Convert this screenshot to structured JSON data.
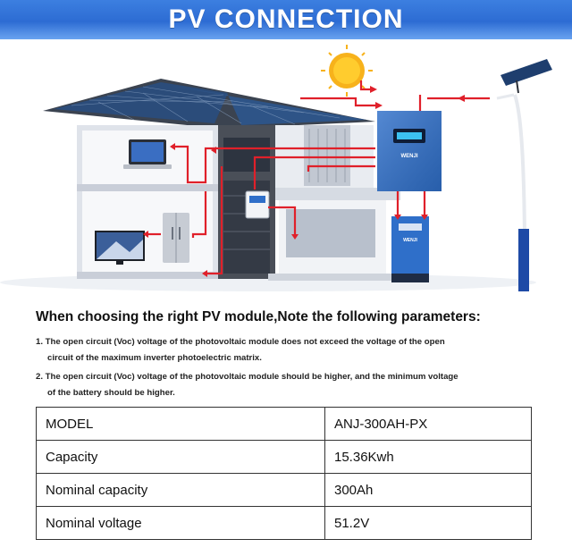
{
  "banner": {
    "title": "PV CONNECTION"
  },
  "illustration": {
    "inverter_brand": "WENJI",
    "battery_brand": "WENJI",
    "icons": [
      "sun-icon",
      "solar-panel-icon",
      "house-icon",
      "laptop-icon",
      "tv-icon",
      "fridge-icon",
      "inverter-icon",
      "battery-icon",
      "street-light-icon",
      "meter-icon"
    ],
    "colors": {
      "banner": "#3c7fe0",
      "wire": "#e0202a",
      "inverter": "#2f6fc9",
      "sun": "#f7b21b"
    }
  },
  "notes": {
    "heading": "When choosing the right PV module,Note the following parameters:",
    "items": [
      {
        "line1": "1. The open circuit (Voc) voltage of the photovoltaic module does not exceed the voltage of the open",
        "line2": "circuit of the maximum inverter photoelectric matrix."
      },
      {
        "line1": "2. The open circuit (Voc) voltage of the photovoltaic module should be higher, and the minimum voltage",
        "line2": "of the battery should be higher."
      }
    ]
  },
  "specs": {
    "rows": [
      {
        "label": "MODEL",
        "value": "ANJ-300AH-PX"
      },
      {
        "label": "Capacity",
        "value": "15.36Kwh"
      },
      {
        "label": "Nominal capacity",
        "value": "300Ah"
      },
      {
        "label": "Nominal voltage",
        "value": "51.2V"
      }
    ]
  }
}
